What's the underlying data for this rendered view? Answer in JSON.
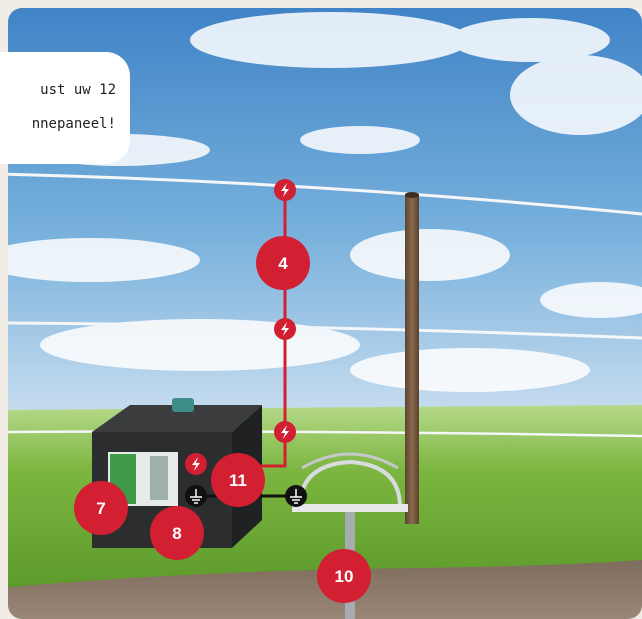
{
  "bubble": {
    "line1": "ust uw 12",
    "line2": "nnepaneel!"
  },
  "markers": {
    "m4": "4",
    "m7": "7",
    "m8": "8",
    "m10": "10",
    "m11": "11"
  },
  "colors": {
    "marker_red": "#d21f32",
    "sky_top": "#3f87c9",
    "grass": "#74b335",
    "soil": "#8a7563"
  },
  "icons": [
    "lightning-icon",
    "ground-icon"
  ]
}
